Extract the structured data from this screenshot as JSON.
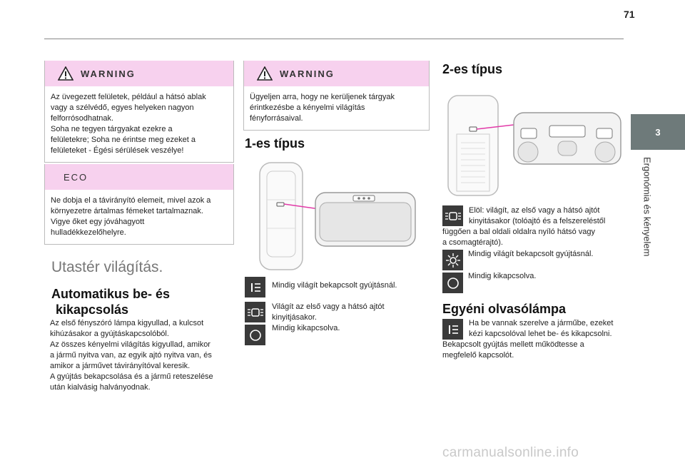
{
  "page": {
    "number": "71"
  },
  "side_tab": {
    "number": "3",
    "label": "Ergonómia és kényelem"
  },
  "col1": {
    "warning_title": "WARNING",
    "warning_text": [
      "Az üvegezett felületek, például a hátsó ablak",
      "vagy a szélvédő, egyes helyeken nagyon",
      "felforrósodhatnak.",
      "Soha ne tegyen tárgyakat ezekre a",
      "felületekre; Soha ne érintse meg ezeket a",
      "felületeket - Égési sérülések veszélye!"
    ],
    "eco_title": "ECO",
    "eco_text": [
      "Ne dobja el a távirányító elemeit, mivel azok a",
      "környezetre ártalmas fémeket tartalmaznak.",
      "Vigye őket egy jóváhagyott",
      "hulladékkezelőhelyre."
    ],
    "section_title": "Utastér világítás.",
    "heading_line1": "Automatikus be- és",
    "heading_line2": "kikapcsolás",
    "body": [
      "Az első fényszóró lámpa kigyullad, a kulcsot",
      "kihúzásakor a gyújtáskapcsolóból.",
      "Az összes kényelmi világítás kigyullad, amikor",
      "a jármű nyitva van, az egyik ajtó nyitva van, és",
      "amikor a járművet távirányítóval keresik.",
      "A gyújtás bekapcsolása és a jármű reteszelése",
      "után kialvásig halványodnak."
    ]
  },
  "col2": {
    "warning_title": "WARNING",
    "warning_text": [
      "Ügyeljen arra, hogy ne kerüljenek tárgyak",
      "érintkezésbe a kényelmi világítás",
      "fényforrásaival."
    ],
    "heading": "1-es típus",
    "items": [
      {
        "icon": "lamp-on-icon",
        "lines": [
          "Mindig világít bekapcsolt gyújtásnál."
        ]
      },
      {
        "icon": "door-lamp-icon",
        "lines": [
          "Világít az első vagy a hátsó ajtót",
          "kinyitjásakor."
        ]
      },
      {
        "icon": "lamp-off-icon",
        "lines": [
          "Mindig kikapcsolva."
        ]
      }
    ]
  },
  "col3": {
    "heading": "2-es típus",
    "door_item_lines": [
      "Elöl: világít, az első vagy a hátsó ajtót",
      "kinyitásakor (tolóajtó és a felszereléstől",
      "függően a bal oldali oldalra nyíló hátsó vagy",
      "a csomagtérajtó)."
    ],
    "on_item": "Mindig világít bekapcsolt gyújtásnál.",
    "off_item": "Mindig kikapcsolva.",
    "reading_heading": "Egyéni olvasólámpa",
    "reading_lines": [
      "Ha be vannak szerelve a járműbe, ezeket",
      "kézi kapcsolóval lehet be- és kikapcsolni.",
      "Bekapcsolt gyújtás mellett működtesse a",
      "megfelelő kapcsolót."
    ]
  },
  "watermark": "carmanualsonline.info",
  "colors": {
    "accent_pink": "#f7d1ee",
    "magenta_line": "#e23aa8",
    "icon_bg": "#3a3a3a",
    "tab_bg": "#6e7a7a"
  }
}
